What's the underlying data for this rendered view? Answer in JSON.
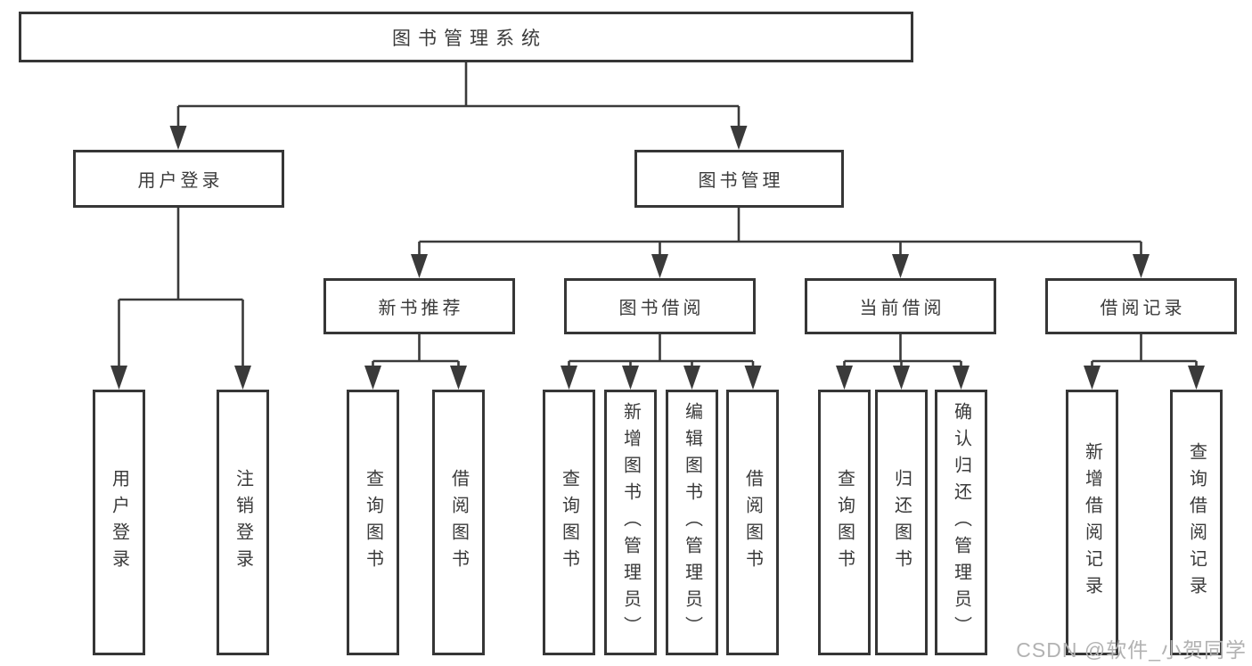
{
  "tree": {
    "label": "图书管理系统",
    "children": [
      {
        "label": "用户登录",
        "children": [
          {
            "label": "用户登录"
          },
          {
            "label": "注销登录"
          }
        ]
      },
      {
        "label": "图书管理",
        "children": [
          {
            "label": "新书推荐",
            "children": [
              {
                "label": "查询图书"
              },
              {
                "label": "借阅图书"
              }
            ]
          },
          {
            "label": "图书借阅",
            "children": [
              {
                "label": "查询图书"
              },
              {
                "label": "新增图书（管理员）"
              },
              {
                "label": "编辑图书（管理员）"
              },
              {
                "label": "借阅图书"
              }
            ]
          },
          {
            "label": "当前借阅",
            "children": [
              {
                "label": "查询图书"
              },
              {
                "label": "归还图书"
              },
              {
                "label": "确认归还（管理员）"
              }
            ]
          },
          {
            "label": "借阅记录",
            "children": [
              {
                "label": "新增借阅记录"
              },
              {
                "label": "查询借阅记录"
              }
            ]
          }
        ]
      }
    ]
  },
  "watermark": "CSDN @软件_小贺同学",
  "colors": {
    "line": "#3a3a3a",
    "box_border": "#363636",
    "text": "#3a3a3a",
    "watermark": "#b2b2b2",
    "background": "#ffffff"
  }
}
